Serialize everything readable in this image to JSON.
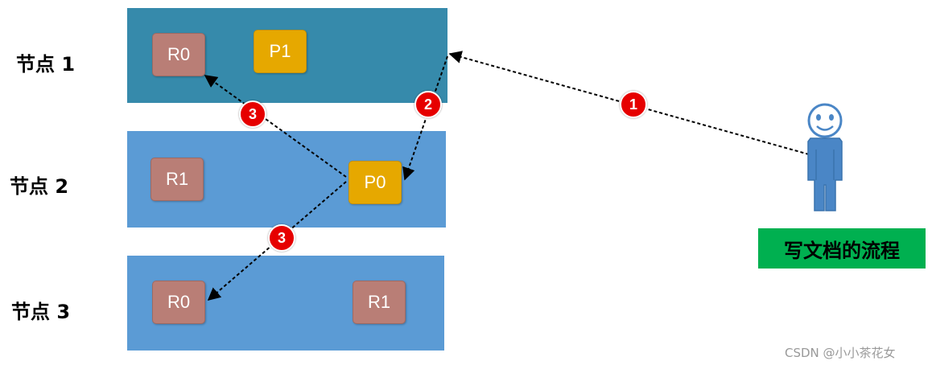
{
  "nodes": [
    {
      "label": "节点 1",
      "color": "#368aab"
    },
    {
      "label": "节点 2",
      "color": "#5b9bd5"
    },
    {
      "label": "节点 3",
      "color": "#5b9bd5"
    }
  ],
  "shards": {
    "n1_r0": "R0",
    "n1_p1": "P1",
    "n2_r1": "R1",
    "n2_p0": "P0",
    "n3_r0": "R0",
    "n3_r1": "R1"
  },
  "steps": {
    "one": "1",
    "two": "2",
    "three_a": "3",
    "three_b": "3"
  },
  "caption": "写文档的流程",
  "watermark": "CSDN @小小茶花女",
  "colors": {
    "replica": "#b97e76",
    "primary": "#e6a800",
    "step_badge": "#e60000",
    "caption_bg": "#00b050",
    "person": "#4a86c6"
  }
}
